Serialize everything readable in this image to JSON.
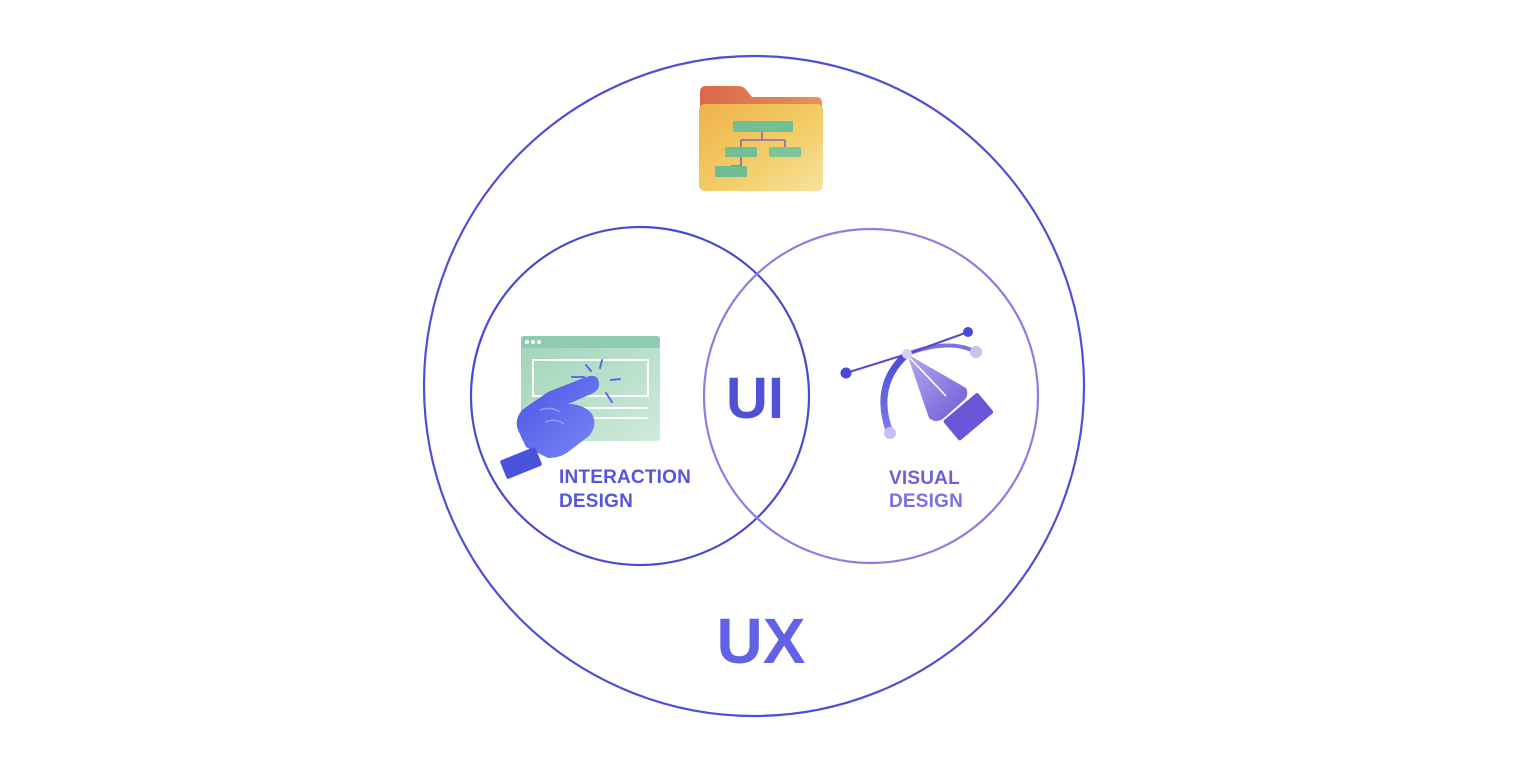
{
  "diagram": {
    "outer_label": "UX",
    "intersection_label": "UI",
    "left_circle": {
      "label_line1": "INTERACTION",
      "label_line2": "DESIGN",
      "icon": "hand-pointer-browser-icon"
    },
    "right_circle": {
      "label_line1": "VISUAL",
      "label_line2": "DESIGN",
      "icon": "pen-tool-bezier-icon"
    },
    "top_icon": "folder-sitemap-icon"
  },
  "colors": {
    "outer_circle": "#4f4fd6",
    "left_circle": "#4a4ad0",
    "right_circle": "#8a7fe0",
    "ux_text": "#6262e6",
    "ui_text": "#5151d6",
    "interaction_text": "#5555dd",
    "visual_text": "#6a5fe0",
    "folder_back": "#e07a52",
    "folder_front": "#f1c45a",
    "sitemap_block": "#7cc49a",
    "browser_panel": "#a8dcc0",
    "hand": "#5a68ee",
    "pen": "#6a55d8"
  }
}
